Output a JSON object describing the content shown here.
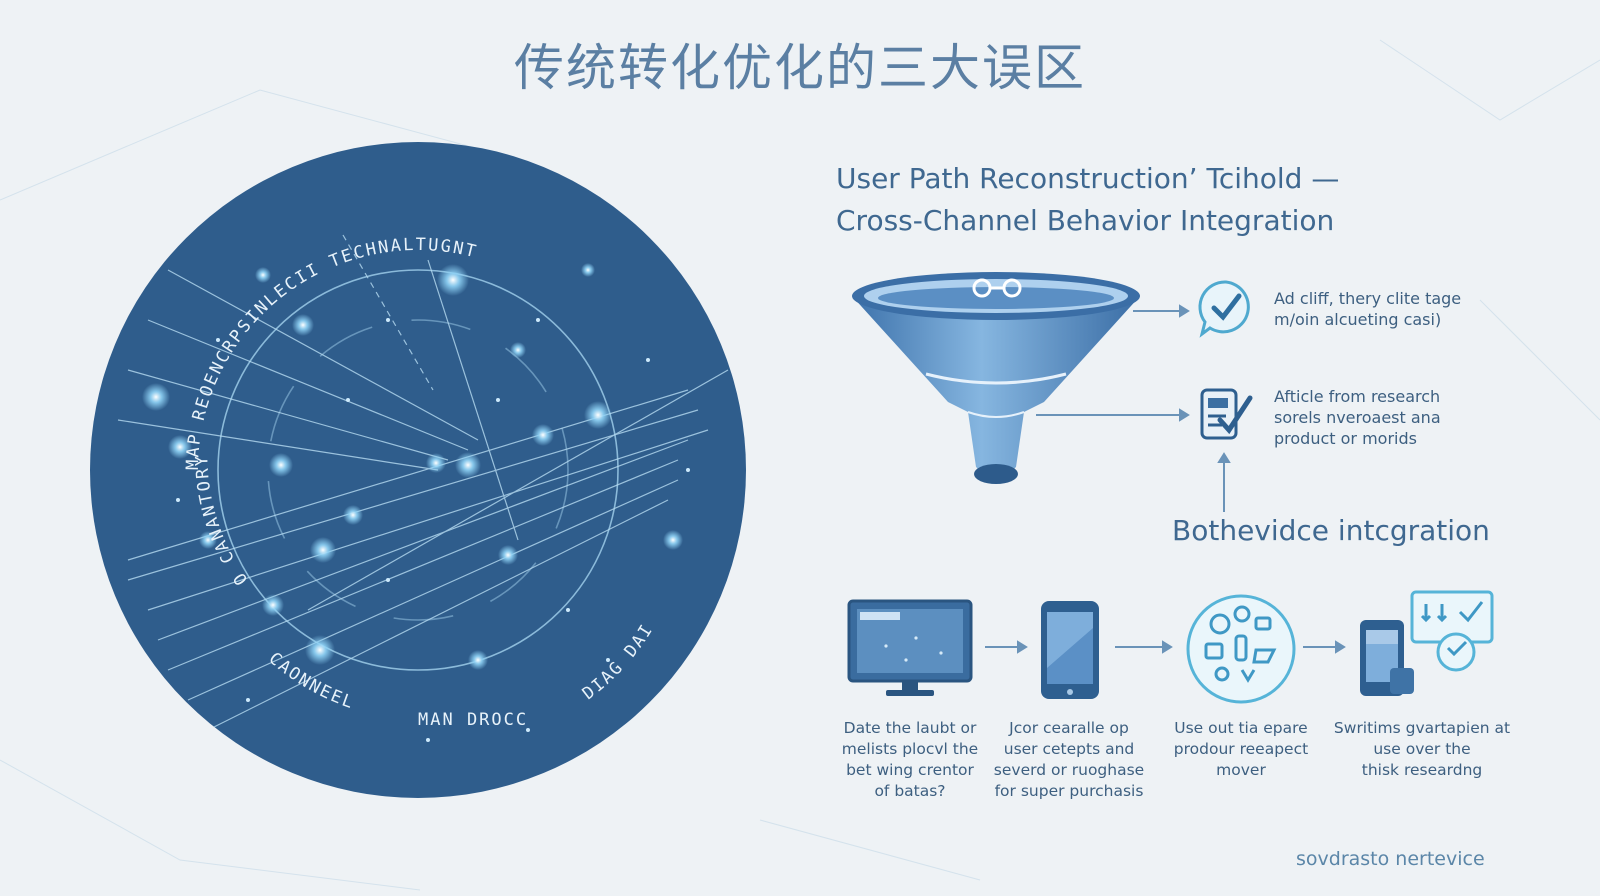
{
  "title": "传统转化优化的三大误区",
  "headline": {
    "line1": "User Path Reconstruction’ Tcihold —",
    "line2": "Cross-Channel Behavior Integration"
  },
  "orb": {
    "top_arc": "MAP REOENCRPSINLECII TECHNALTUGNT",
    "left_arc": "O CANANTORY",
    "bottom_arc": "CAONNEEL",
    "bottom_text": "MAN DROCC",
    "right_arc": "DIAG DAI"
  },
  "right_items": [
    {
      "icon": "chat-checkmark-icon",
      "lines": [
        "Ad cliff, thery clite tage",
        "m/oin alcueting casi)"
      ]
    },
    {
      "icon": "checklist-icon",
      "lines": [
        "Afticle from research",
        "sorels nveroaest ana",
        "product or morids"
      ]
    }
  ],
  "integration_label": "Bothevidce intcgration",
  "devices": [
    {
      "icon": "desktop-monitor-icon",
      "caption": [
        "Date the laubt or",
        "melists plocvl the",
        "bet wing crentor",
        "of batas?"
      ]
    },
    {
      "icon": "smartphone-icon",
      "caption": [
        "Jcor cearalle op",
        "user cetepts and",
        "severd or ruoghase",
        "for super purchasis"
      ]
    },
    {
      "icon": "omnichannel-hub-icon",
      "caption": [
        "Use out tia epare",
        "prodour reeapect",
        "mover"
      ]
    },
    {
      "icon": "multi-device-sync-icon",
      "caption": [
        "Swritims gvartapien at",
        "use over the",
        "thisk researdng"
      ]
    }
  ],
  "footer": "sovdrasto nertevice",
  "colors": {
    "background": "#eef2f5",
    "orb": "#2f5d8c",
    "accent": "#5aa8cf",
    "text": "#3f6890",
    "funnel": "#4b82bd"
  }
}
